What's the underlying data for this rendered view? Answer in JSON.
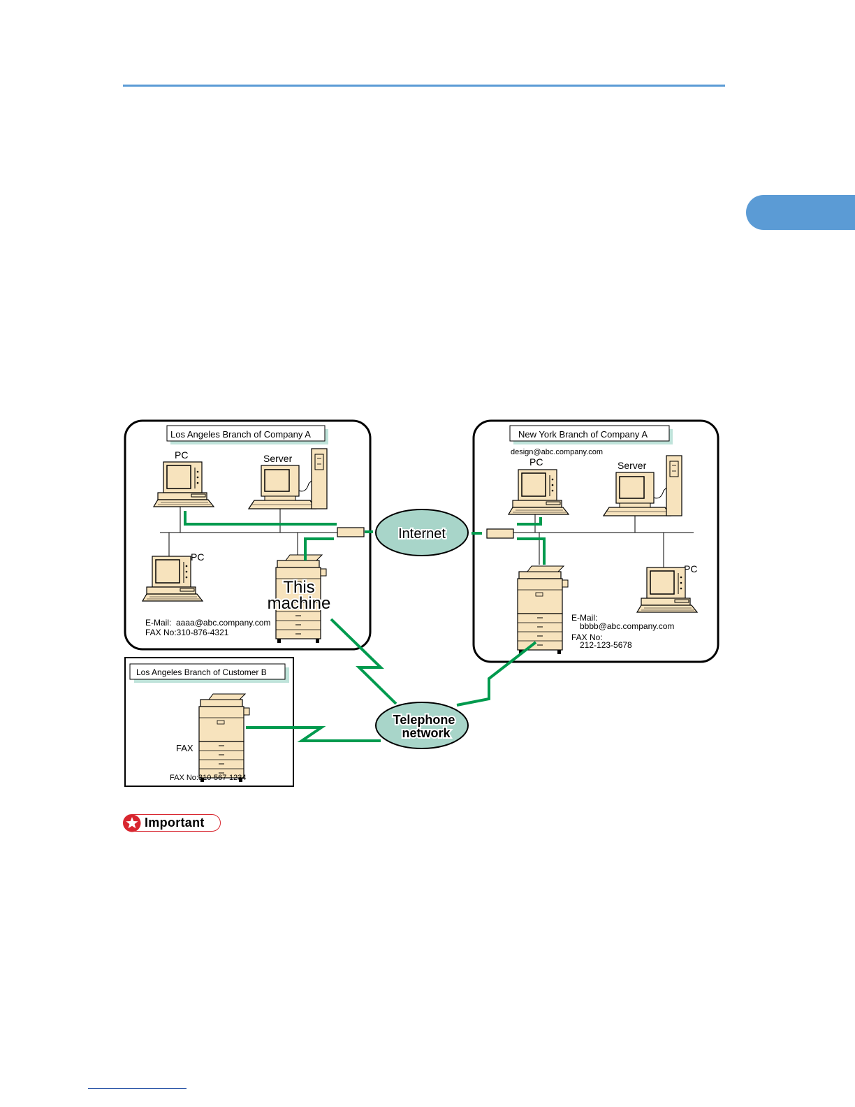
{
  "page": {
    "accent_color": "#5b9bd5",
    "link_color": "#2d57a8"
  },
  "colors": {
    "connection": "#009a4e",
    "cloud_fill": "#a8d5c9",
    "device_fill": "#f7e3bd",
    "label_shadow": "#bfe3da"
  },
  "diagram": {
    "la_company": {
      "title": "Los Angeles Branch of Company A",
      "pc_top": "PC",
      "server": "Server",
      "pc_bottom": "PC",
      "this_machine_line1": "This",
      "this_machine_line2": "machine",
      "email_label": "E-Mail:",
      "email_value": "aaaa@abc.company.com",
      "fax": "FAX No:310-876-4321"
    },
    "ny_company": {
      "title": "New York Branch of Company A",
      "design_email": "design@abc.company.com",
      "pc_top": "PC",
      "server": "Server",
      "pc_right": "PC",
      "email_label": "E-Mail:",
      "email_value": "bbbb@abc.company.com",
      "fax_label": "FAX No:",
      "fax_value": "212-123-5678"
    },
    "customer_b": {
      "title": "Los Angeles Branch of Customer B",
      "fax_label": "FAX",
      "fax": "FAX No:310-567-1234"
    },
    "internet": "Internet",
    "telephone_line1": "Telephone",
    "telephone_line2": "network"
  },
  "important": {
    "label": "Important",
    "icon": "star-icon"
  }
}
